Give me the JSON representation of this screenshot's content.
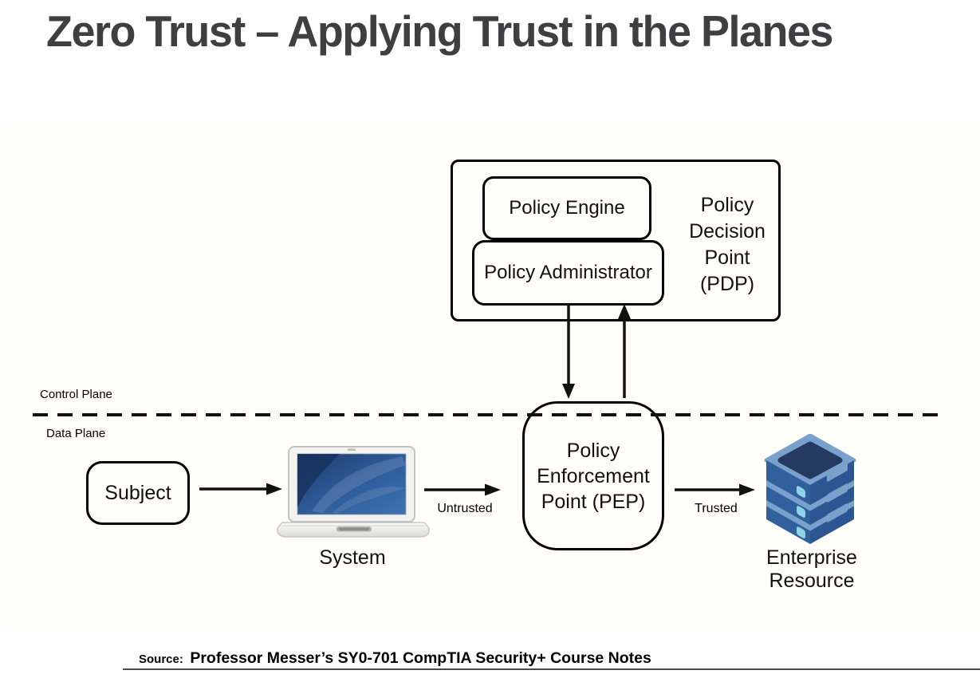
{
  "title": "Zero Trust – Applying Trust in the Planes",
  "diagram": {
    "pdp": {
      "engine_label": "Policy Engine",
      "admin_label": "Policy Administrator",
      "label_lines": [
        "Policy",
        "Decision",
        "Point",
        "(PDP)"
      ]
    },
    "planes": {
      "control_label": "Control Plane",
      "data_label": "Data Plane"
    },
    "subject_label": "Subject",
    "system_label": "System",
    "pep_lines": [
      "Policy",
      "Enforcement",
      "Point (PEP)"
    ],
    "edge_labels": {
      "untrusted": "Untrusted",
      "trusted": "Trusted"
    },
    "resource_label": "Enterprise Resource",
    "icons": {
      "system": "laptop-icon",
      "resource": "server-stack-icon"
    }
  },
  "footer": {
    "source_prefix": "Source:",
    "source_text": "Professor Messer’s SY0-701 CompTIA Security+ Course Notes"
  },
  "colors": {
    "title_text": "#3F3E41",
    "diagram_stroke": "#000000",
    "dashed_divider": "#111111",
    "server_light_blue": "#7AA0CC",
    "server_mid_blue": "#31609C",
    "server_right_blue": "#2C5691",
    "server_dark_navy": "#243A60",
    "server_cyan": "#8ED4E6",
    "laptop_screen_blue": "#2C5795",
    "footer_rule": "#4A4A4A"
  }
}
